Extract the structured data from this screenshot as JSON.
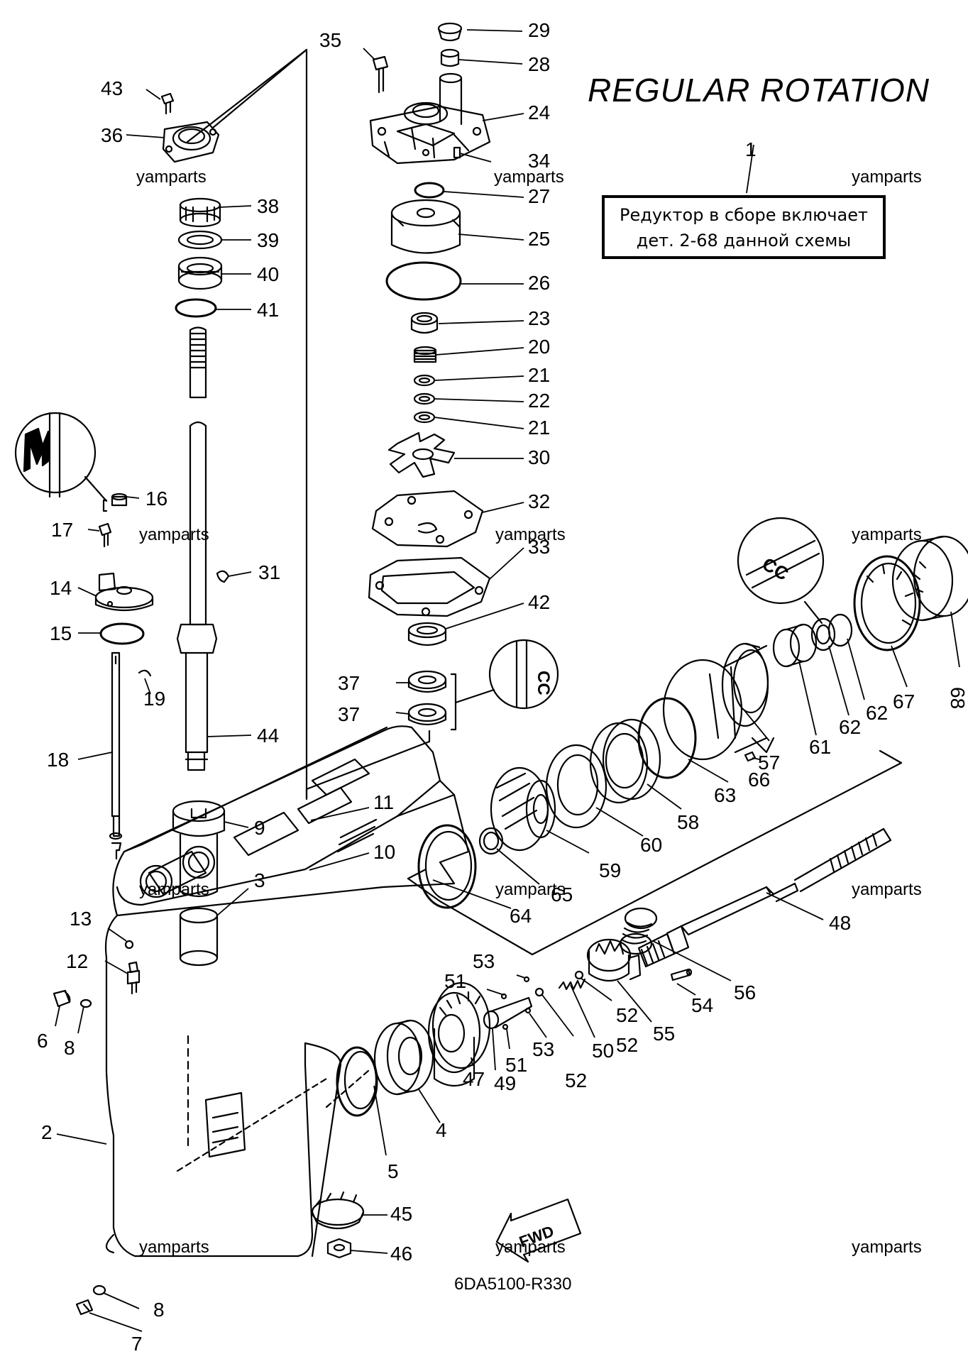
{
  "title": "REGULAR ROTATION",
  "diagram_code": "6DA5100-R330",
  "note": {
    "line1": "Редуктор в сборе включает",
    "line2": "дет. 2-68 данной схемы"
  },
  "watermark": "yamparts",
  "fwd_label": "FWD",
  "callouts": [
    "1",
    "2",
    "3",
    "4",
    "5",
    "6",
    "7",
    "8",
    "8",
    "9",
    "10",
    "11",
    "12",
    "13",
    "14",
    "15",
    "16",
    "17",
    "18",
    "19",
    "20",
    "21",
    "21",
    "22",
    "23",
    "24",
    "25",
    "26",
    "27",
    "28",
    "29",
    "30",
    "31",
    "32",
    "33",
    "34",
    "35",
    "36",
    "37",
    "37",
    "38",
    "39",
    "40",
    "41",
    "42",
    "43",
    "44",
    "45",
    "46",
    "47",
    "48",
    "49",
    "50",
    "51",
    "51",
    "52",
    "52",
    "52",
    "53",
    "53",
    "54",
    "55",
    "56",
    "57",
    "58",
    "59",
    "60",
    "61",
    "62",
    "62",
    "63",
    "64",
    "65",
    "66",
    "67",
    "68"
  ],
  "inset_marks": [
    "M",
    "CC",
    "CC"
  ]
}
